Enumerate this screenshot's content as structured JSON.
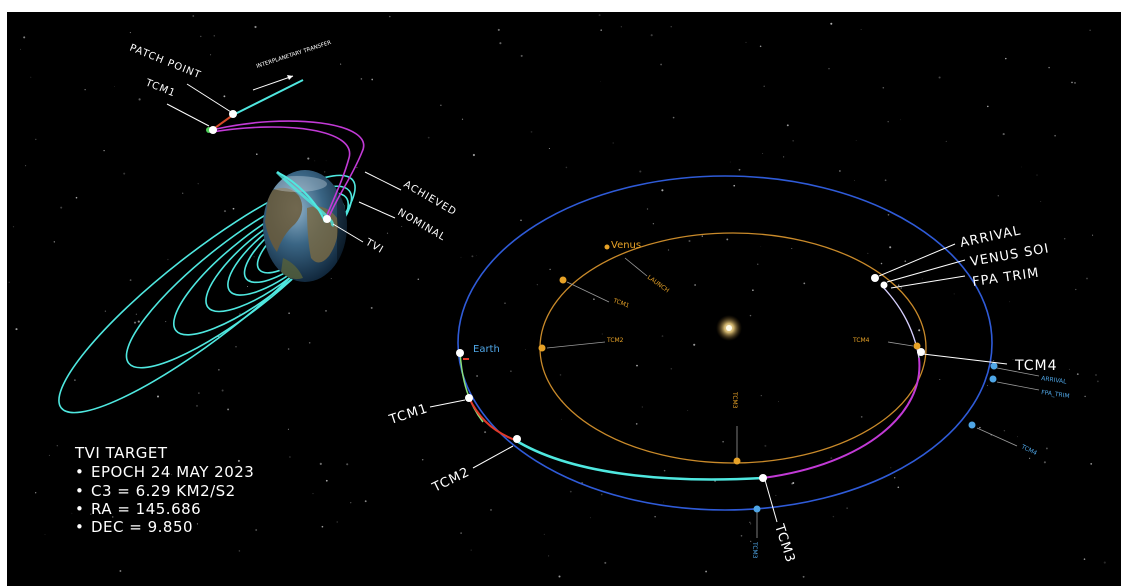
{
  "earth_departure": {
    "patch_point": "PATCH POINT",
    "interplanetary_transfer": "INTERPLANETARY TRANSFER",
    "tcm1": "TCM1",
    "achieved": "ACHIEVED",
    "nominal": "NOMINAL",
    "tvi": "TVI"
  },
  "tvi_target": {
    "title": "TVI TARGET",
    "items": [
      "EPOCH 24 MAY 2023",
      "C3 = 6.29 KM2/S2",
      "RA = 145.686",
      "DEC = 9.850"
    ]
  },
  "transfer": {
    "earth": "Earth",
    "venus": "Venus",
    "arrival": "ARRIVAL",
    "venus_soi": "VENUS SOI",
    "fpa_trim": "FPA TRIM",
    "tcm1": "TCM1",
    "tcm2": "TCM2",
    "tcm3": "TCM3",
    "tcm4": "TCM4"
  },
  "venus_orbit_labels": {
    "launch": "LAUNCH",
    "tcm1": "TCM1",
    "tcm2": "TCM2",
    "tcm3": "TCM3",
    "tcm4": "TCM4"
  },
  "earth_orbit_labels": {
    "arrival": "ARRIVAL",
    "fpa_trim": "FPA_TRIM",
    "tcm4": "TCM4",
    "tcm3": "TCM3"
  },
  "colors": {
    "background": "#000000",
    "earth_orbit": "#2f5bd8",
    "venus_orbit": "#c98a2a",
    "cyan_trajectory": "#4fe8e0",
    "magenta_trajectory": "#c23ad6",
    "venus_marker": "#e7a227",
    "earth_marker": "#4fa6e6"
  }
}
